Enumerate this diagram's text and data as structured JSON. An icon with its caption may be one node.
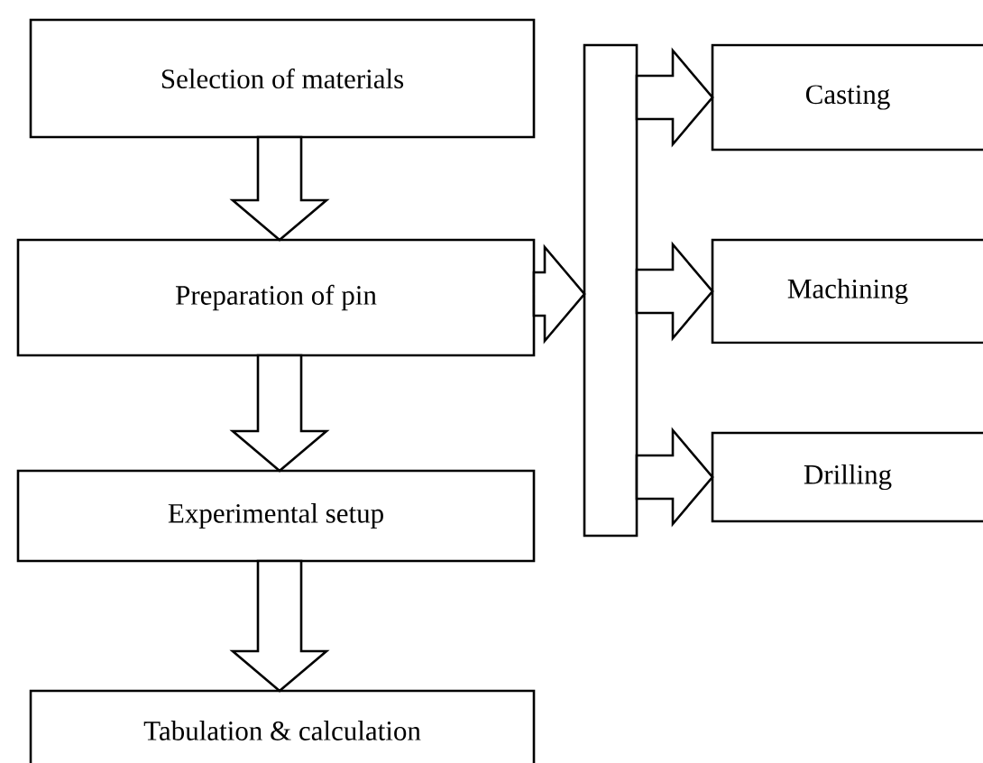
{
  "diagram": {
    "nodes": [
      {
        "text": [
          "Selection of materials"
        ]
      },
      {
        "text": [
          "Preparation of pin"
        ]
      },
      {
        "text": [
          "Experimental setup"
        ]
      },
      {
        "text": [
          "Tabulation & calculation"
        ]
      },
      {
        "text": [],
        "shape": "bar"
      },
      {
        "text": [
          "Casting"
        ]
      },
      {
        "text": [
          "Machining"
        ]
      },
      {
        "text": [
          "Drilling"
        ]
      }
    ],
    "edges": [
      {
        "from": 0,
        "to": 1,
        "arrow": "to"
      },
      {
        "from": 1,
        "to": 2,
        "arrow": "to"
      },
      {
        "from": 2,
        "to": 3,
        "arrow": "to"
      },
      {
        "from": 1,
        "to": 4,
        "arrow": "to"
      },
      {
        "from": 4,
        "to": 5,
        "arrow": "to"
      },
      {
        "from": 4,
        "to": 6,
        "arrow": "to"
      },
      {
        "from": 4,
        "to": 7,
        "arrow": "to"
      }
    ]
  }
}
